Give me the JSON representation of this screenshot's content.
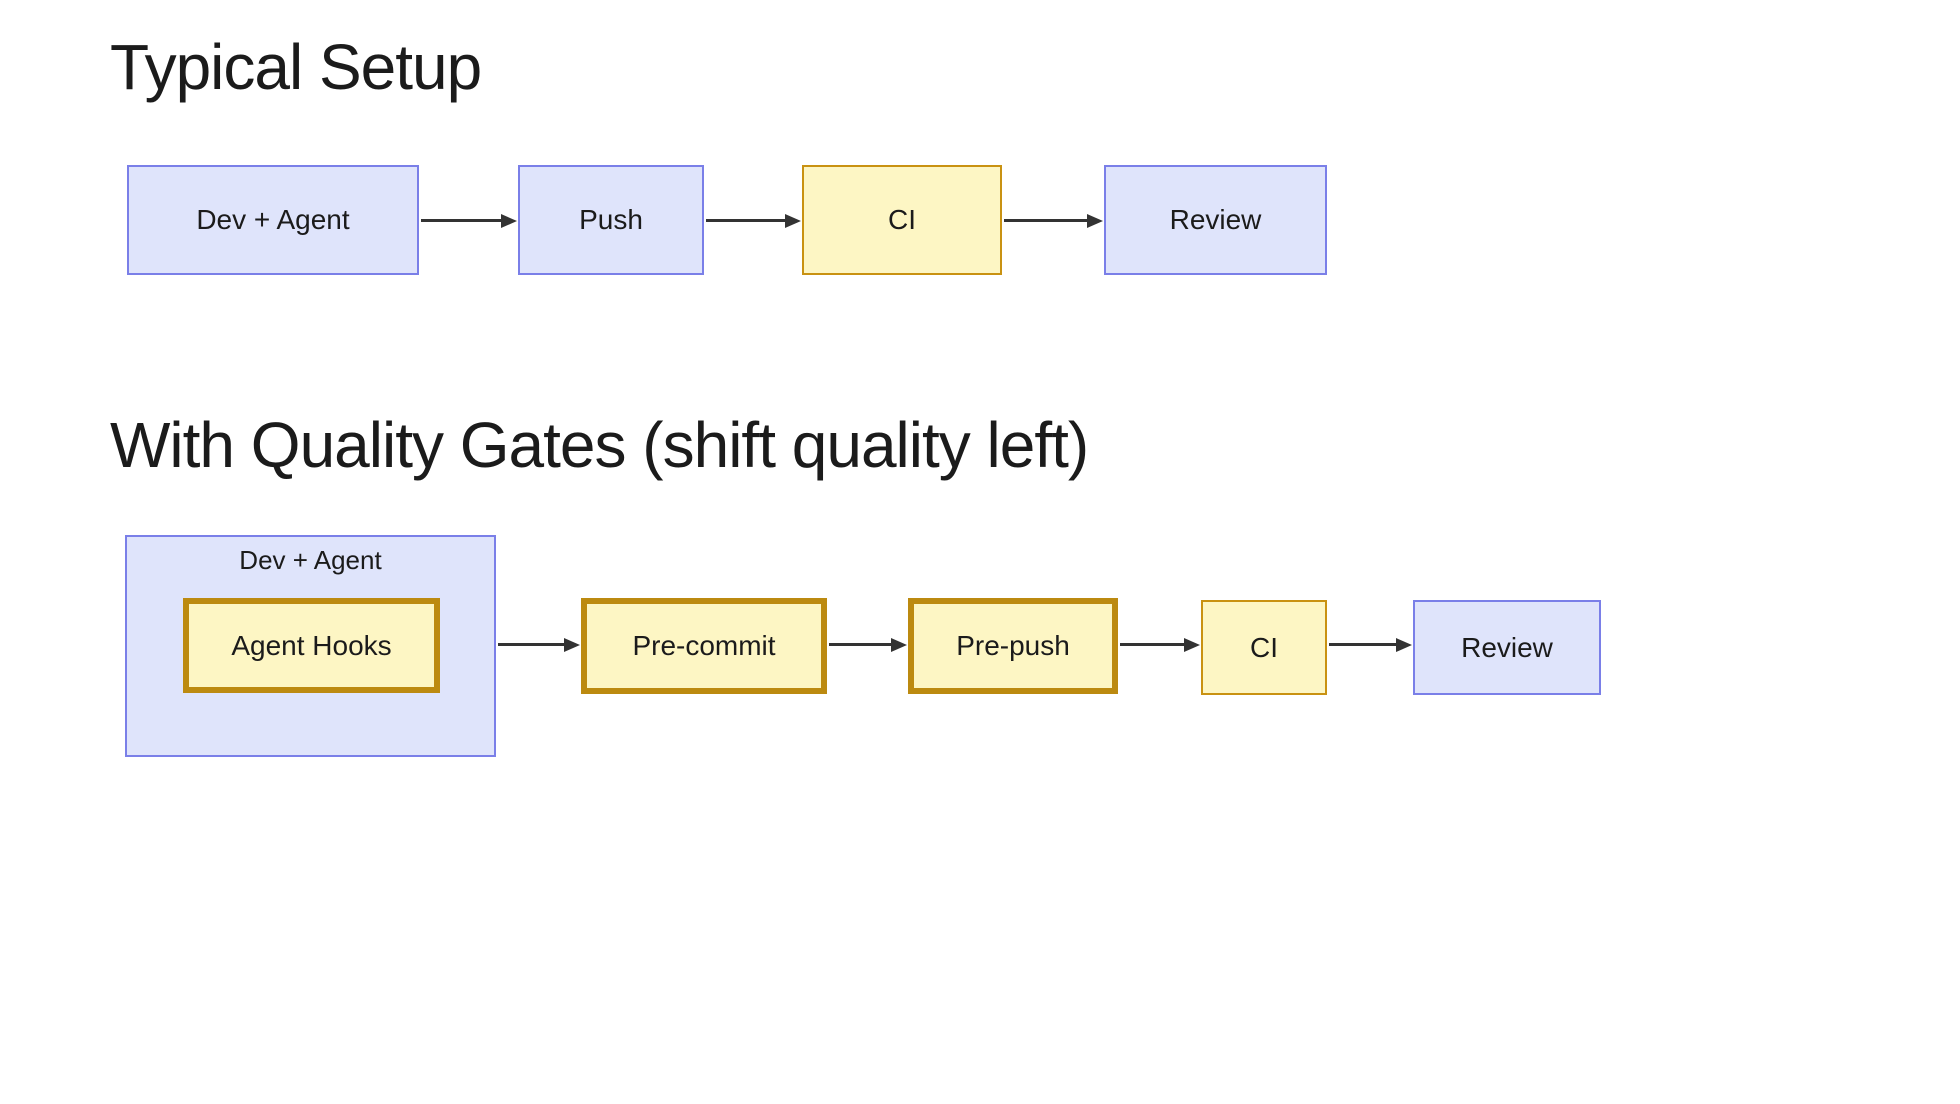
{
  "colors": {
    "background": "#ffffff",
    "node_purple_fill": "#dfe4fb",
    "node_purple_border": "#7a7fe8",
    "node_yellow_fill": "#fdf6c4",
    "node_yellow_border_thin": "#c99212",
    "node_yellow_border_thick": "#bc8a10",
    "arrow": "#333333",
    "text": "#1b1b1b"
  },
  "sections": [
    {
      "title": "Typical Setup",
      "nodes": [
        {
          "label": "Dev + Agent",
          "style": "purple"
        },
        {
          "label": "Push",
          "style": "purple"
        },
        {
          "label": "CI",
          "style": "yellow"
        },
        {
          "label": "Review",
          "style": "purple"
        }
      ],
      "edges": [
        [
          "Dev + Agent",
          "Push"
        ],
        [
          "Push",
          "CI"
        ],
        [
          "CI",
          "Review"
        ]
      ]
    },
    {
      "title": "With Quality Gates (shift quality left)",
      "group": {
        "label": "Dev + Agent",
        "inner": {
          "label": "Agent Hooks",
          "style": "yellow-thick"
        }
      },
      "nodes": [
        {
          "label": "Pre-commit",
          "style": "yellow-thick"
        },
        {
          "label": "Pre-push",
          "style": "yellow-thick"
        },
        {
          "label": "CI",
          "style": "yellow"
        },
        {
          "label": "Review",
          "style": "purple"
        }
      ],
      "edges": [
        [
          "Dev + Agent",
          "Pre-commit"
        ],
        [
          "Pre-commit",
          "Pre-push"
        ],
        [
          "Pre-push",
          "CI"
        ],
        [
          "CI",
          "Review"
        ]
      ]
    }
  ]
}
